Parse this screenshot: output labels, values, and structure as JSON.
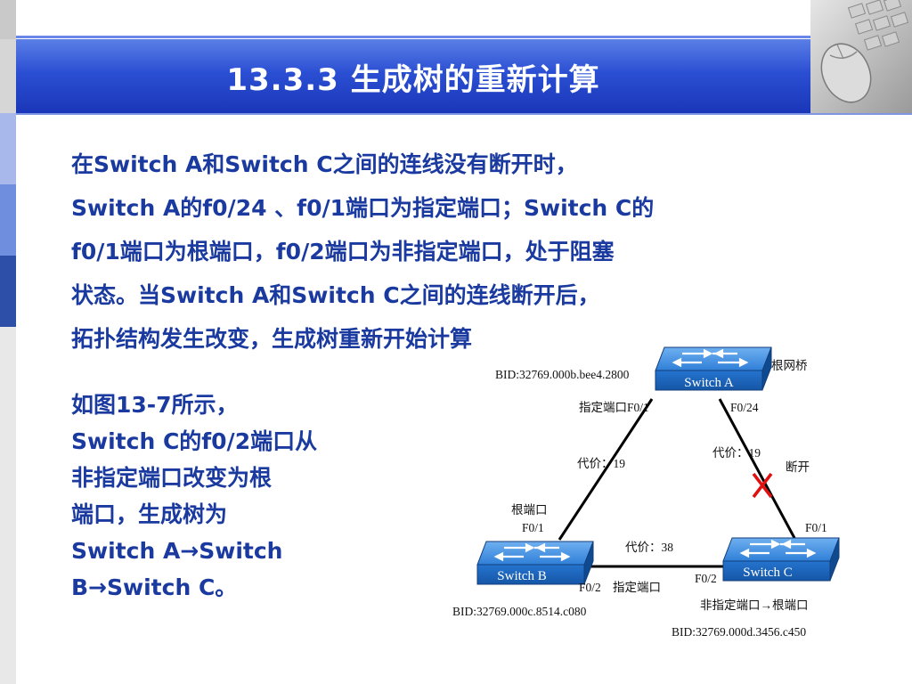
{
  "slide": {
    "title": "13.3.3  生成树的重新计算",
    "paragraph_lines": [
      "在Switch A和Switch C之间的连线没有断开时，",
      " Switch A的f0/24 、f0/1端口为指定端口；Switch C的",
      "f0/1端口为根端口，f0/2端口为非指定端口，处于阻塞",
      "状态。当Switch A和Switch C之间的连线断开后，",
      "拓扑结构发生改变，生成树重新开始计算"
    ],
    "side_lines": [
      "如图13-7所示，",
      "Switch C的f0/2端口从",
      "非指定端口改变为根",
      "端口，生成树为",
      "Switch A→Switch",
      "B→Switch C。"
    ]
  },
  "diagram": {
    "switch_a": {
      "name": "Switch A",
      "bid": "BID:32769.000b.bee4.2800",
      "role": "根网桥",
      "port_left": "指定端口F0/1",
      "port_right": "F0/24"
    },
    "switch_b": {
      "name": "Switch B",
      "bid": "BID:32769.000c.8514.c080",
      "port_top": "F0/1",
      "role_top": "根端口",
      "port_right": "F0/2",
      "port_right_role": "指定端口"
    },
    "switch_c": {
      "name": "Switch C",
      "bid": "BID:32769.000d.3456.c450",
      "port_top": "F0/1",
      "port_left": "F0/2",
      "port_change": "非指定端口→根端口"
    },
    "links": {
      "ab_cost": "代价：19",
      "ac_cost": "代价：19",
      "bc_cost": "代价：38",
      "break_label": "断开"
    },
    "colors": {
      "switch_fill": "#1f6fcb",
      "cross": "#e01010"
    }
  }
}
